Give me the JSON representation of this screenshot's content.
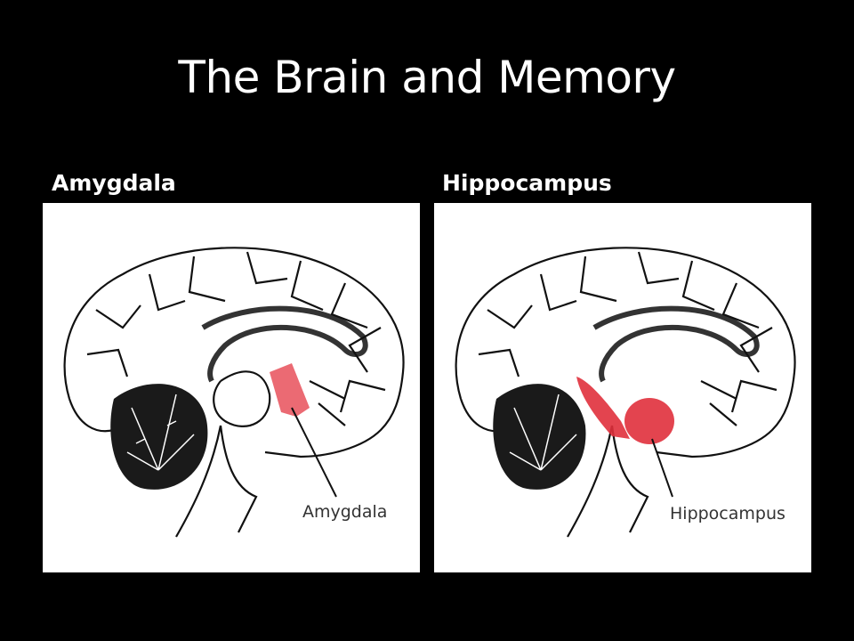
{
  "slide": {
    "title": "The Brain and Memory",
    "panels": [
      {
        "heading": "Amygdala",
        "figure_label": "Amygdala",
        "highlight_color": "#e8505a"
      },
      {
        "heading": "Hippocampus",
        "figure_label": "Hippocampus",
        "highlight_color": "#e0303c"
      }
    ]
  }
}
